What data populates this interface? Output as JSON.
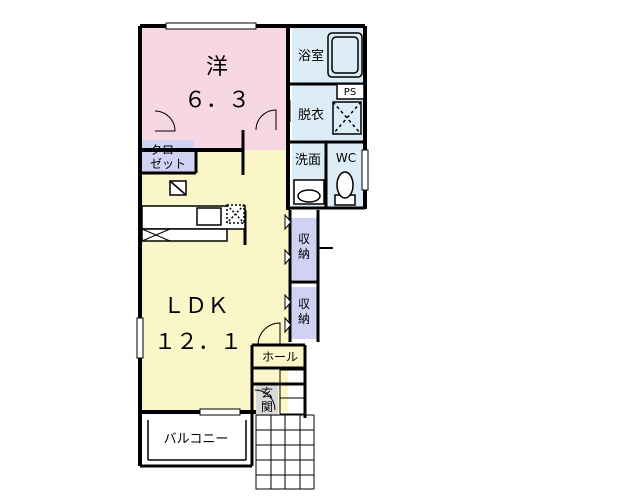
{
  "floorplan": {
    "colors": {
      "bedroom": "#f7d7e4",
      "ldk": "#fbf6c8",
      "wet": "#dcedf8",
      "storage": "#cfd2f2",
      "entrance": "#d9d9d9",
      "wall": "#000000"
    },
    "rooms": {
      "bedroom_name": "洋",
      "bedroom_size": "６．３",
      "closet_line1": "クロー",
      "closet_line2": "ゼット",
      "bath": "浴室",
      "ps": "PS",
      "dressing": "脱衣",
      "washroom": "洗面",
      "wc": "WC",
      "storage1_line1": "収",
      "storage1_line2": "納",
      "storage2_line1": "収",
      "storage2_line2": "納",
      "ldk_name": "ＬＤＫ",
      "ldk_size": "１２．１",
      "hall": "ホール",
      "entrance_line1": "玄",
      "entrance_line2": "関",
      "balcony": "バルコニー"
    }
  }
}
